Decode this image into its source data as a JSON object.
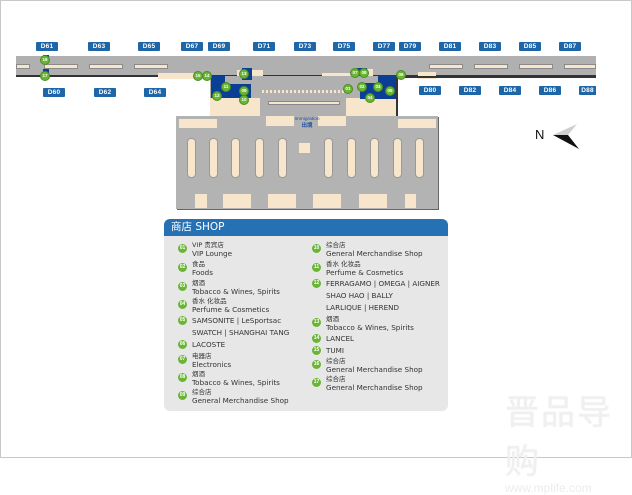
{
  "map": {
    "gates_top": [
      "D61",
      "D63",
      "D65",
      "D67",
      "D69",
      "D71",
      "D73",
      "D75",
      "D77",
      "D79",
      "D81",
      "D83",
      "D85",
      "D87"
    ],
    "gates_bottom": [
      "D60",
      "D62",
      "D64",
      "D80",
      "D82",
      "D84",
      "D86",
      "D88"
    ],
    "immigration_en": "Immigration",
    "immigration_zh": "出境",
    "pins": [
      "01",
      "02",
      "03",
      "04",
      "05",
      "06",
      "07",
      "08",
      "09",
      "10",
      "11",
      "12",
      "13",
      "14",
      "15",
      "16",
      "17"
    ],
    "compass_label": "N"
  },
  "legend": {
    "title": "商店 SHOP",
    "items": [
      {
        "num": "01",
        "zh": "VIP 贵宾店",
        "en": "VIP Lounge"
      },
      {
        "num": "02",
        "zh": "食品",
        "en": "Foods"
      },
      {
        "num": "03",
        "zh": "烟酒",
        "en": "Tobacco & Wines, Spirits"
      },
      {
        "num": "04",
        "zh": "香水 化妆品",
        "en": "Perfume & Cosmetics"
      },
      {
        "num": "05",
        "line1": "SAMSONITE | LeSportsac",
        "line2": "SWATCH | SHANGHAI TANG"
      },
      {
        "num": "06",
        "line1": "LACOSTE"
      },
      {
        "num": "07",
        "zh": "电器店",
        "en": "Electronics"
      },
      {
        "num": "08",
        "zh": "烟酒",
        "en": "Tobacco & Wines, Spirits"
      },
      {
        "num": "09",
        "zh": "综合店",
        "en": "General Merchandise Shop"
      },
      {
        "num": "10",
        "zh": "综合店",
        "en": "General Merchandise Shop"
      },
      {
        "num": "11",
        "zh": "香水 化妆品",
        "en": "Perfume & Cosmetics"
      },
      {
        "num": "12",
        "line1": "FERRAGAMO | OMEGA | AIGNER",
        "line2": "SHAO HAO | BALLY",
        "line3": "LARLIQUE | HEREND"
      },
      {
        "num": "13",
        "zh": "烟酒",
        "en": "Tobacco & Wines, Spirits"
      },
      {
        "num": "14",
        "line1": "LANCEL"
      },
      {
        "num": "15",
        "line1": "TUMI"
      },
      {
        "num": "16",
        "zh": "综合店",
        "en": "General Merchandise Shop"
      },
      {
        "num": "17",
        "zh": "综合店",
        "en": "General Merchandise Shop"
      }
    ]
  },
  "watermark": {
    "zh": "晋品导购",
    "url": "www.mplife.com"
  },
  "colors": {
    "gate_blue": "#1e66a8",
    "shop_blue": "#0b3f96",
    "pin_green": "#6ab536",
    "floor_gray": "#b0b0b0",
    "cream": "#f8e6cc",
    "legend_header": "#2671b4"
  }
}
